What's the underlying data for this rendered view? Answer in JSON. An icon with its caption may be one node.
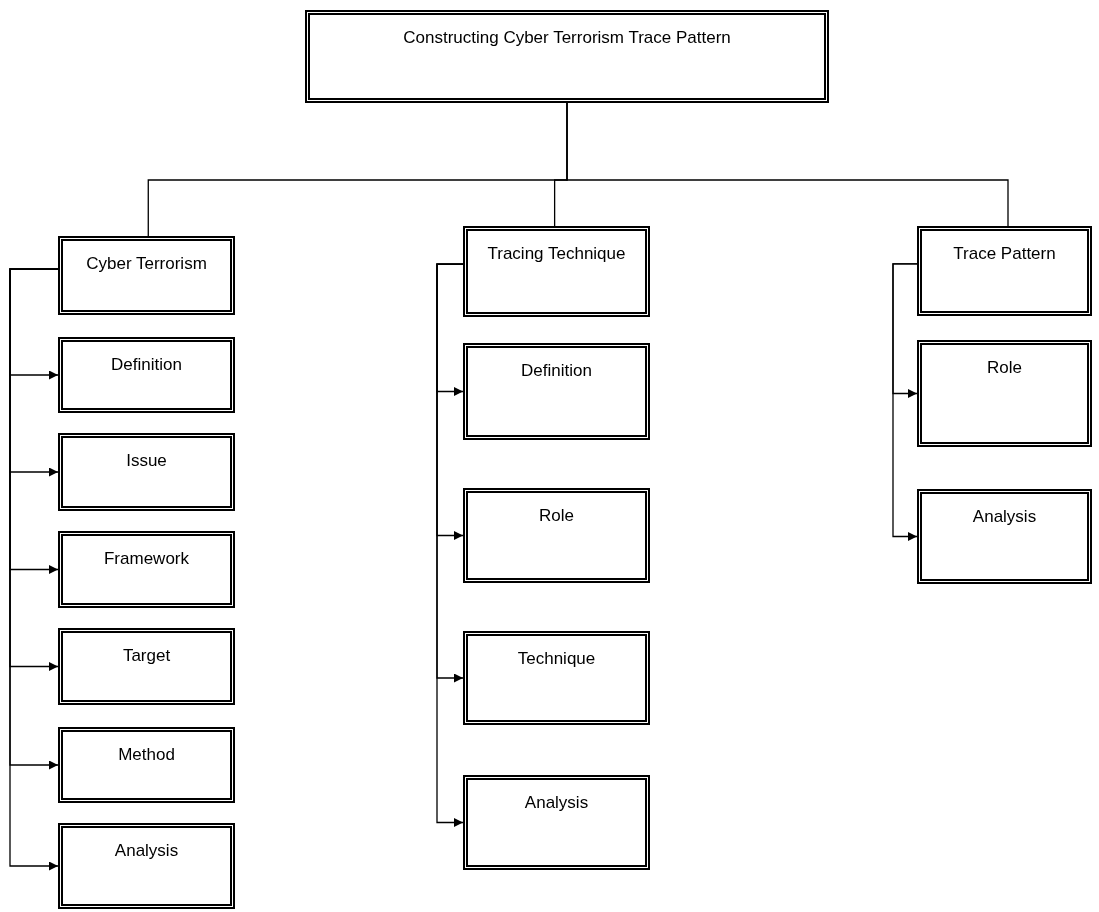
{
  "diagram": {
    "nodes": [
      {
        "text": [
          "Constructing Cyber Terrorism Trace Pattern"
        ]
      },
      {
        "text": [
          "Cyber Terrorism"
        ]
      },
      {
        "text": [
          "Definition"
        ]
      },
      {
        "text": [
          "Issue"
        ]
      },
      {
        "text": [
          "Framework"
        ]
      },
      {
        "text": [
          "Target"
        ]
      },
      {
        "text": [
          "Method"
        ]
      },
      {
        "text": [
          "Analysis"
        ]
      },
      {
        "text": [
          "Tracing Technique"
        ]
      },
      {
        "text": [
          "Definition"
        ]
      },
      {
        "text": [
          "Role"
        ]
      },
      {
        "text": [
          "Technique"
        ]
      },
      {
        "text": [
          "Analysis"
        ]
      },
      {
        "text": [
          "Trace Pattern"
        ]
      },
      {
        "text": [
          "Role"
        ]
      },
      {
        "text": [
          "Analysis"
        ]
      }
    ],
    "edges": [
      {
        "from": 0,
        "to": 1,
        "arrow": "none"
      },
      {
        "from": 0,
        "to": 8,
        "arrow": "none"
      },
      {
        "from": 0,
        "to": 13,
        "arrow": "none"
      },
      {
        "from": 1,
        "to": 2,
        "arrow": "to"
      },
      {
        "from": 1,
        "to": 3,
        "arrow": "to"
      },
      {
        "from": 1,
        "to": 4,
        "arrow": "to"
      },
      {
        "from": 1,
        "to": 5,
        "arrow": "to"
      },
      {
        "from": 1,
        "to": 6,
        "arrow": "to"
      },
      {
        "from": 1,
        "to": 7,
        "arrow": "to"
      },
      {
        "from": 8,
        "to": 9,
        "arrow": "to"
      },
      {
        "from": 8,
        "to": 10,
        "arrow": "to"
      },
      {
        "from": 8,
        "to": 11,
        "arrow": "to"
      },
      {
        "from": 8,
        "to": 12,
        "arrow": "to"
      },
      {
        "from": 13,
        "to": 14,
        "arrow": "to"
      },
      {
        "from": 13,
        "to": 15,
        "arrow": "to"
      }
    ]
  }
}
